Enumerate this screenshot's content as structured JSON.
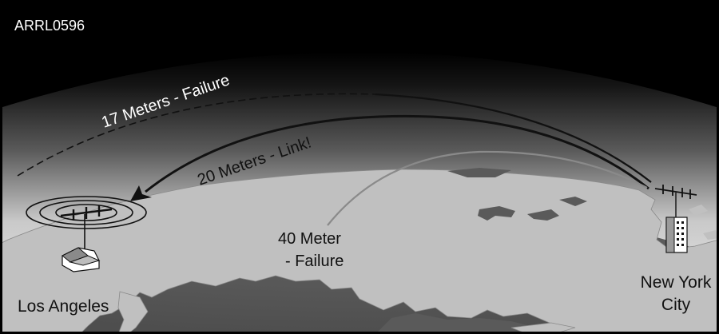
{
  "figure_id": "ARRL0596",
  "paths": {
    "band_17m": "17 Meters - Failure",
    "band_20m": "20 Meters - Link!",
    "band_40m_line1": "40 Meter",
    "band_40m_line2": "- Failure"
  },
  "locations": {
    "origin": "Los Angeles",
    "destination_line1": "New York",
    "destination_line2": "City"
  },
  "colors": {
    "space": "#000000",
    "ionosphere": "#8c8c8c",
    "ocean": "#5a5a5a",
    "land": "#bdbdbd",
    "path_17m": "#111111",
    "path_20m": "#111111",
    "path_40m": "#8a8a8a",
    "label_light": "#ffffff",
    "label_dark": "#111111"
  },
  "icons": {
    "transmit_antenna": "yagi-antenna-icon",
    "receive_antenna": "yagi-antenna-icon",
    "origin_building": "house-icon",
    "destination_building": "skyscraper-icon",
    "arrow": "arrowhead-icon"
  }
}
